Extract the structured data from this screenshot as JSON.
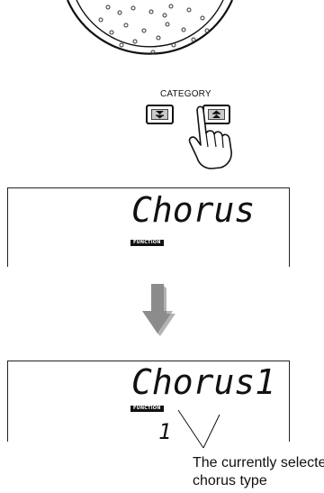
{
  "dial": {
    "icon": "dial-icon"
  },
  "category": {
    "label": "CATEGORY",
    "down_icon": "double-chevron-down-icon",
    "up_icon": "double-chevron-up-icon",
    "hand_icon": "pointing-hand-icon"
  },
  "display_before": {
    "text": "Chorus",
    "badge": "FUNCTION"
  },
  "transition": {
    "icon": "down-arrow-icon"
  },
  "display_after": {
    "text": "Chorus1",
    "badge": "FUNCTION",
    "value": "1"
  },
  "callout": {
    "line1": "The currently selected",
    "line2": "chorus type"
  },
  "colors": {
    "button_face": "#c9c9c9",
    "arrow_gray": "#8c8c8c",
    "ink": "#111111"
  }
}
